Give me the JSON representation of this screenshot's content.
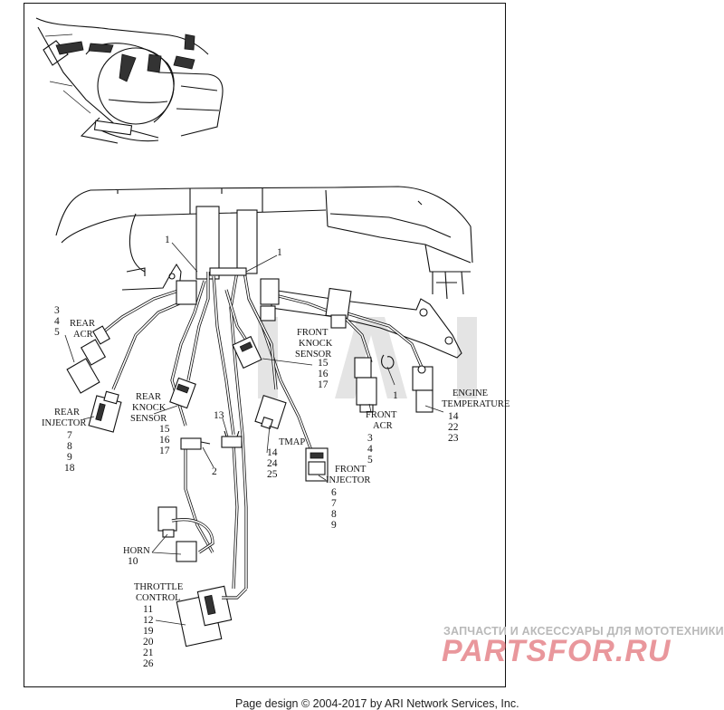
{
  "labels": {
    "rear_acr": {
      "line1": "REAR",
      "line2": "ACR",
      "nums": [
        "3",
        "4",
        "5"
      ]
    },
    "rear_injector": {
      "line1": "REAR",
      "line2": "INJECTOR",
      "nums": [
        "7",
        "8",
        "9",
        "18"
      ]
    },
    "rear_knock": {
      "line1": "REAR",
      "line2": "KNOCK",
      "line3": "SENSOR",
      "nums": [
        "15",
        "16",
        "17"
      ]
    },
    "front_knock": {
      "line1": "FRONT",
      "line2": "KNOCK",
      "line3": "SENSOR",
      "nums": [
        "15",
        "16",
        "17"
      ]
    },
    "front_acr": {
      "line1": "FRONT",
      "line2": "ACR",
      "nums": [
        "3",
        "4",
        "5"
      ]
    },
    "engine_temp": {
      "line1": "ENGINE",
      "line2": "TEMPERATURE",
      "nums": [
        "14",
        "22",
        "23"
      ]
    },
    "tmap": {
      "line1": "TMAP",
      "nums": [
        "14",
        "24",
        "25"
      ]
    },
    "front_injector": {
      "line1": "FRONT",
      "line2": "INJECTOR",
      "nums": [
        "6",
        "7",
        "8",
        "9"
      ]
    },
    "horn": {
      "line1": "HORN",
      "nums": [
        "10"
      ]
    },
    "throttle": {
      "line1": "THROTTLE",
      "line2": "CONTROL",
      "nums": [
        "11",
        "12",
        "19",
        "20",
        "21",
        "26"
      ]
    },
    "callouts": {
      "clip_left": "1",
      "clip_right": "1",
      "clip_front": "1",
      "clip_13": "13",
      "clip_2": "2"
    }
  },
  "watermark": {
    "tagline": "ЗАПЧАСТИ И АКСЕССУАРЫ ДЛЯ МОТОТЕХНИКИ",
    "brand": "PARTSFOR.RU"
  },
  "footer": "Page design © 2004-2017 by ARI Network Services, Inc."
}
